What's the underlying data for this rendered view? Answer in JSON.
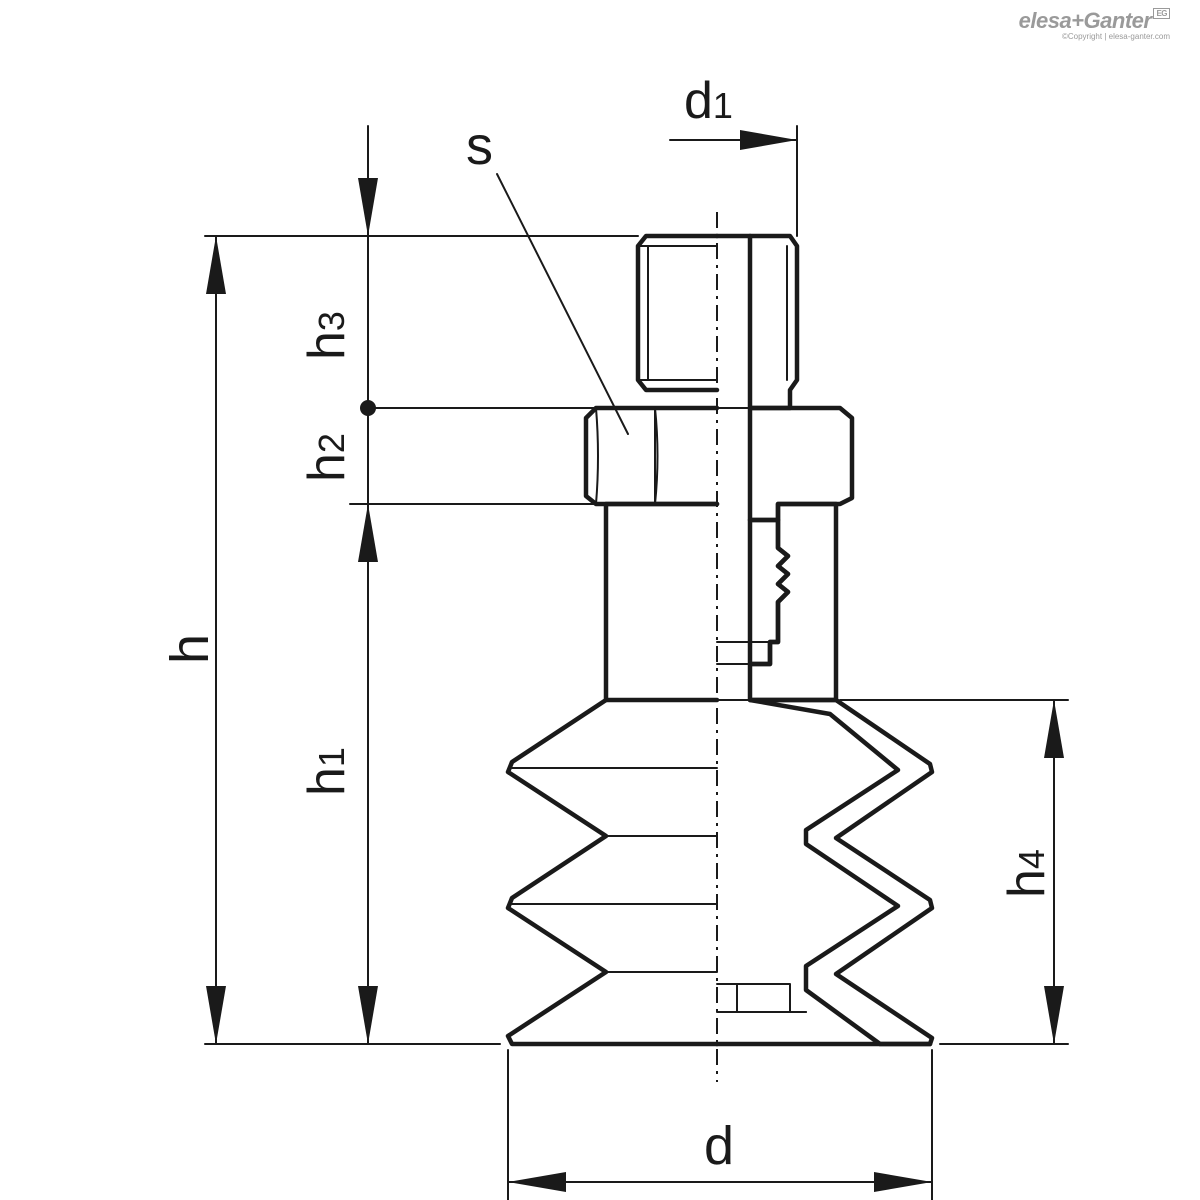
{
  "logo": {
    "brand": "elesa+Ganter",
    "badge": "EG",
    "copyright": "©Copyright | elesa-ganter.com"
  },
  "labels": {
    "d1": {
      "main": "d",
      "sub": "1"
    },
    "s": {
      "main": "s"
    },
    "h3": {
      "main": "h",
      "sub": "3"
    },
    "h2": {
      "main": "h",
      "sub": "2"
    },
    "h": {
      "main": "h"
    },
    "h1": {
      "main": "h",
      "sub": "1"
    },
    "h4": {
      "main": "h",
      "sub": "4"
    },
    "d": {
      "main": "d"
    }
  },
  "colors": {
    "line": "#1a1a1a",
    "logo": "#9a9a9a",
    "background": "#ffffff"
  }
}
